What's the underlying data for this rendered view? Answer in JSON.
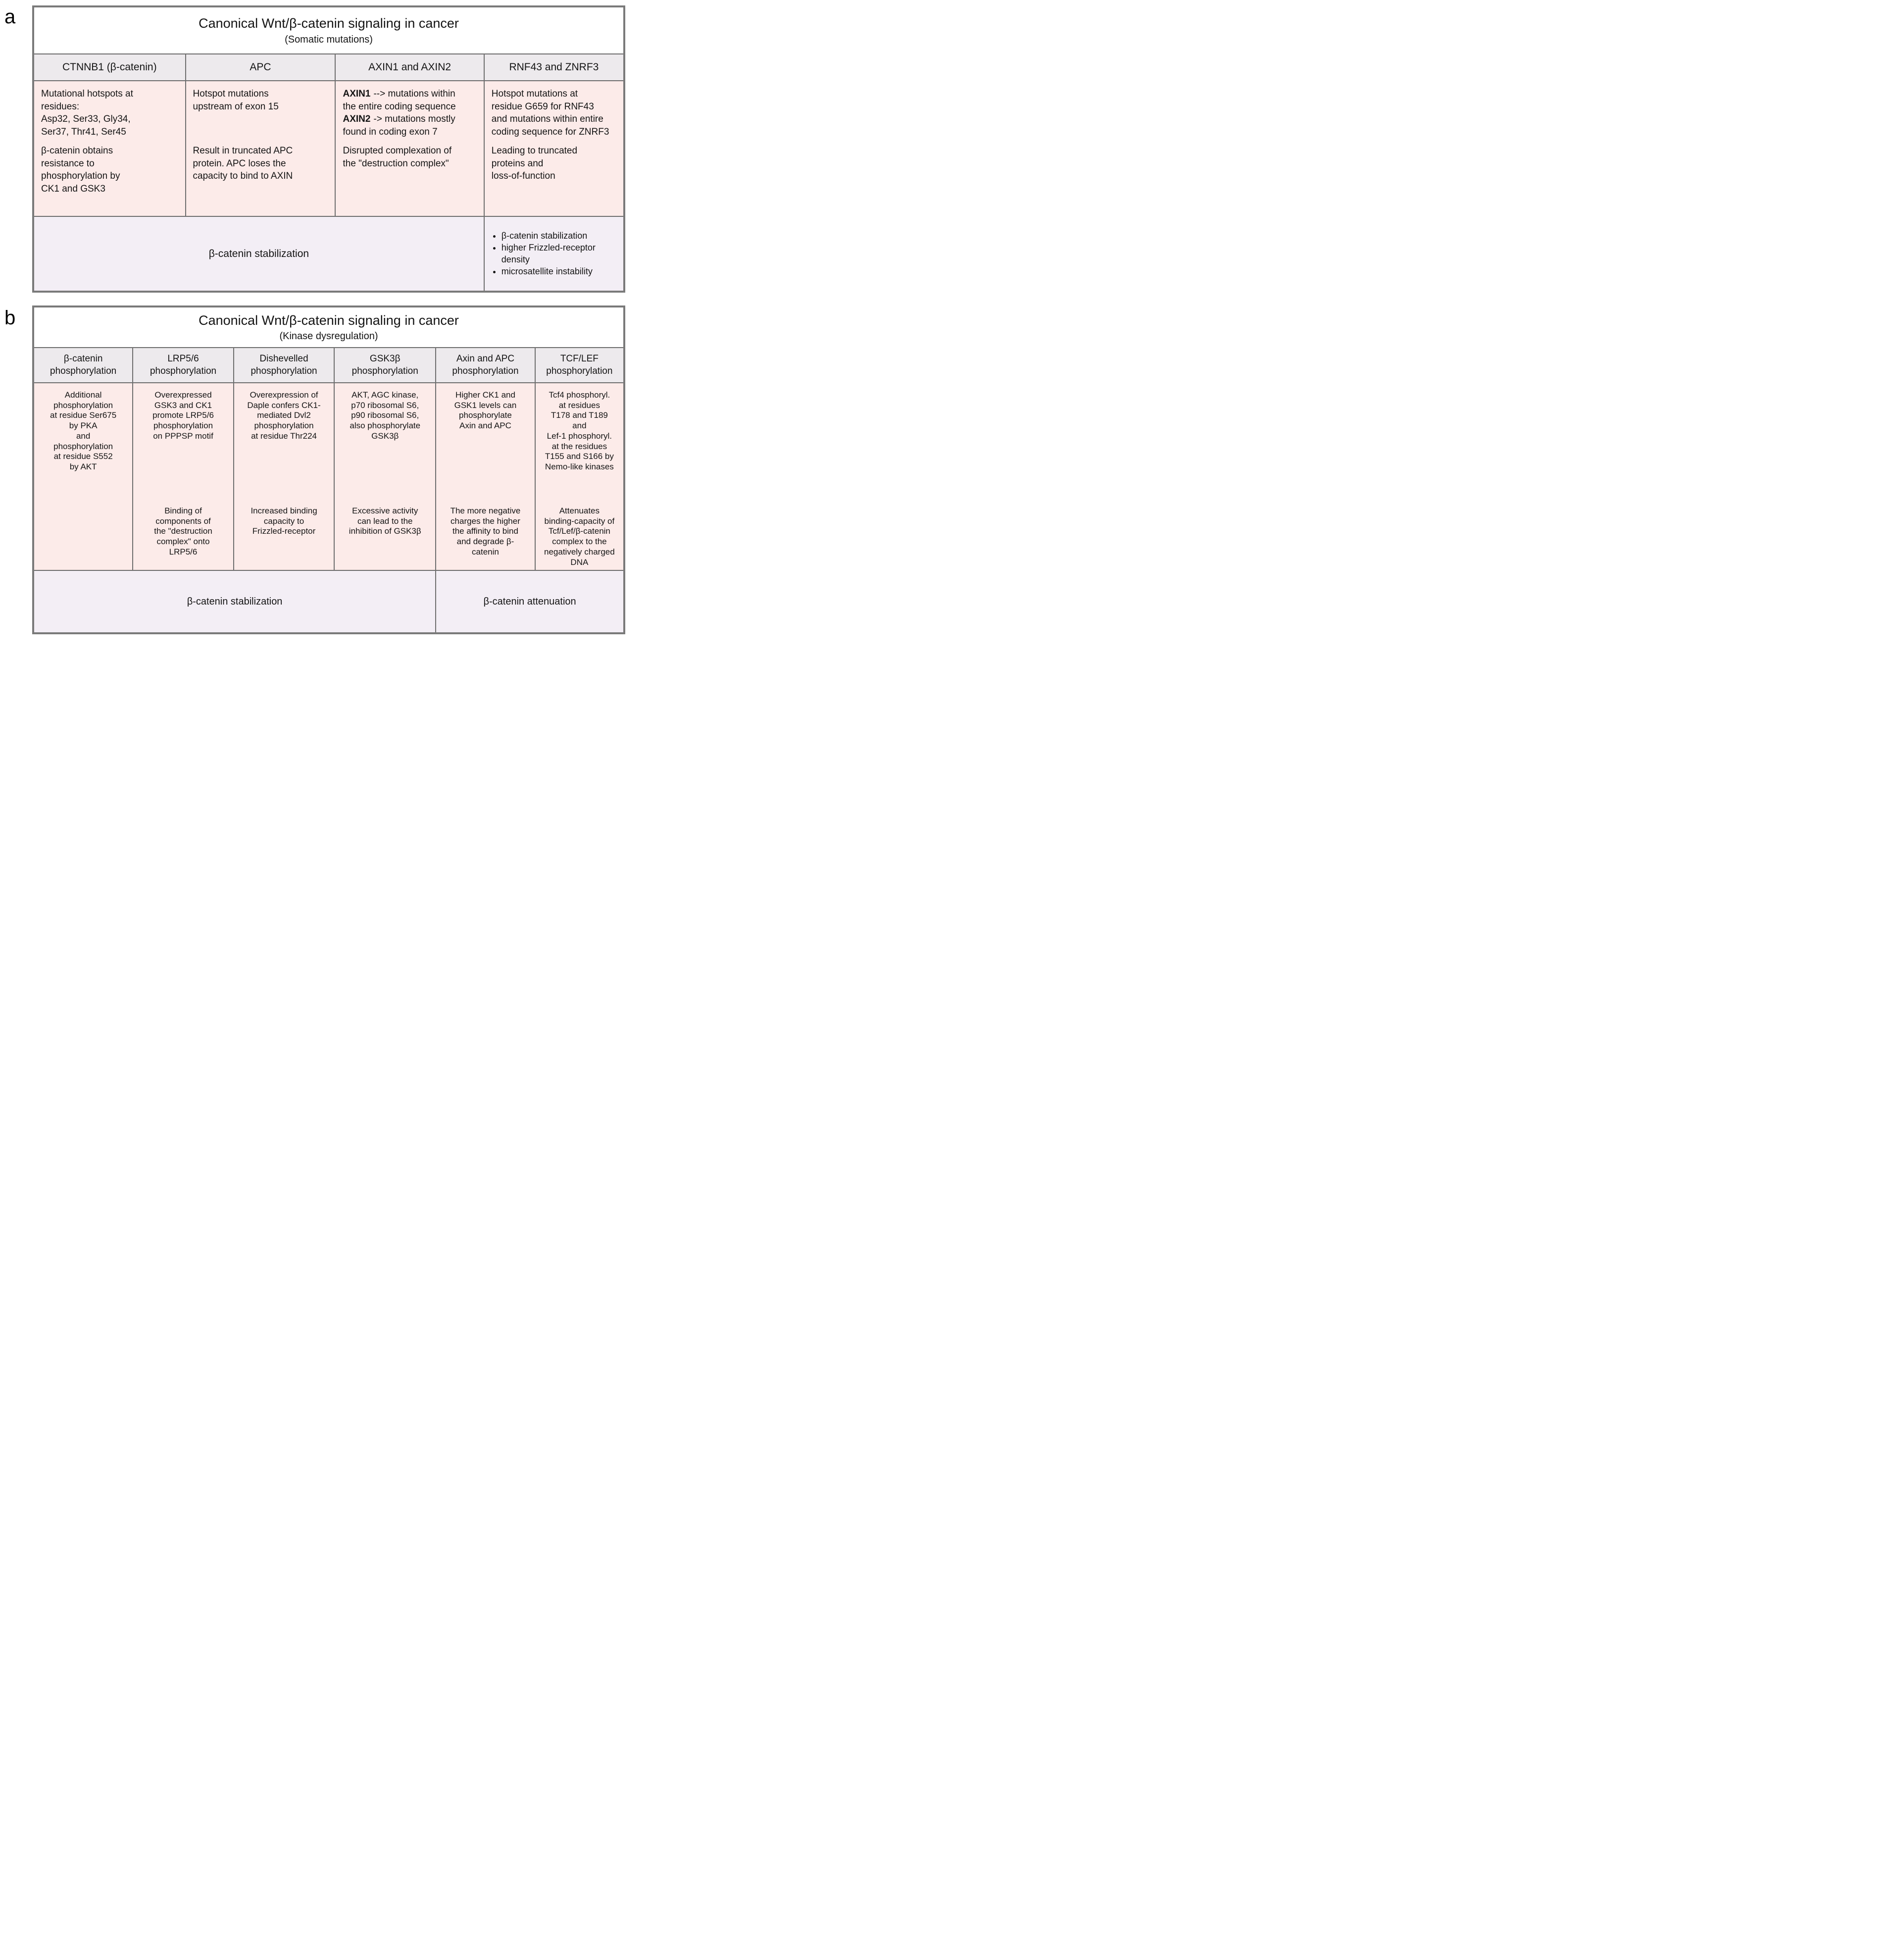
{
  "colors": {
    "border": "#6f6f6f",
    "outer_border": "#7a7a7a",
    "header_bg": "#edeaed",
    "body_bg": "#fcebe9",
    "footer_bg": "#f3eef5",
    "title_bg": "#ffffff",
    "text": "#141414"
  },
  "panel_a": {
    "label": "a",
    "title": "Canonical Wnt/β-catenin signaling in cancer",
    "subtitle": "(Somatic mutations)",
    "columns": [
      {
        "header": "CTNNB1 (β-catenin)",
        "para1": [
          "Mutational hotspots at",
          "residues:",
          "Asp32, Ser33, Gly34,",
          "Ser37, Thr41, Ser45"
        ],
        "para2": [
          "β-catenin obtains",
          "resistance to",
          "phosphorylation by",
          "CK1 and GSK3"
        ]
      },
      {
        "header": "APC",
        "para1": [
          "Hotspot mutations",
          "upstream of exon 15"
        ],
        "para2": [
          "Result in truncated APC",
          "protein. APC loses the",
          "capacity to bind to AXIN"
        ]
      },
      {
        "header": "AXIN1 and AXIN2",
        "axin1_label": "AXIN1",
        "axin1_text": [
          "--> mutations within",
          "the entire coding sequence"
        ],
        "axin2_label": "AXIN2",
        "axin2_text": [
          "->  mutations mostly",
          "found in coding exon 7"
        ],
        "para2": [
          "Disrupted complexation of",
          "the \"destruction complex\""
        ]
      },
      {
        "header": "RNF43 and ZNRF3",
        "para1": [
          "Hotspot mutations at",
          "residue G659 for RNF43",
          "and mutations within entire",
          "coding sequence for ZNRF3"
        ],
        "para2": [
          "Leading to truncated",
          "proteins and",
          "loss-of-function"
        ]
      }
    ],
    "footer_left": "β-catenin stabilization",
    "footer_bullets": [
      "β-catenin stabilization",
      "higher Frizzled-receptor density",
      "microsatellite instability"
    ]
  },
  "panel_b": {
    "label": "b",
    "title": "Canonical Wnt/β-catenin signaling in cancer",
    "subtitle": "(Kinase dysregulation)",
    "columns": [
      {
        "header": [
          "β-catenin",
          "phosphorylation"
        ],
        "para1": [
          "Additional",
          "phosphorylation",
          "at residue Ser675",
          "by PKA",
          "and",
          "phosphorylation",
          "at residue S552",
          "by AKT"
        ]
      },
      {
        "header": [
          "LRP5/6",
          "phosphorylation"
        ],
        "para1": [
          "Overexpressed",
          "GSK3 and CK1",
          "promote LRP5/6",
          "phosphorylation",
          "on PPPSP motif"
        ],
        "para2": [
          "Binding of",
          "components of",
          "the \"destruction",
          "complex\" onto",
          "LRP5/6"
        ]
      },
      {
        "header": [
          "Dishevelled",
          "phosphorylation"
        ],
        "para1": [
          "Overexpression of",
          "Daple confers CK1-",
          "mediated Dvl2",
          "phosphorylation",
          "at residue Thr224"
        ],
        "para2": [
          "Increased binding",
          "capacity to",
          "Frizzled-receptor"
        ]
      },
      {
        "header": [
          "GSK3β",
          "phosphorylation"
        ],
        "para1": [
          "AKT,  AGC kinase,",
          "p70 ribosomal S6,",
          "p90 ribosomal S6,",
          "also phosphorylate",
          "GSK3β"
        ],
        "para2": [
          "Excessive activity",
          "can lead to the",
          "inhibition of GSK3β"
        ]
      },
      {
        "header": [
          "Axin and APC",
          "phosphorylation"
        ],
        "para1": [
          "Higher CK1 and",
          "GSK1 levels can",
          "phosphorylate",
          "Axin and APC"
        ],
        "para2": [
          "The more negative",
          "charges the higher",
          "the affinity to bind",
          "and degrade β-",
          "catenin"
        ]
      },
      {
        "header": [
          "TCF/LEF",
          "phosphorylation"
        ],
        "para1": [
          "Tcf4 phosphoryl.",
          "at  residues",
          "T178 and T189",
          "and",
          "Lef-1 phosphoryl.",
          "at the residues",
          "T155 and S166 by",
          "Nemo-like kinases"
        ],
        "para2": [
          "Attenuates",
          "binding-capacity of",
          "Tcf/Lef/β-catenin",
          "complex to the",
          "negatively charged",
          "DNA"
        ]
      }
    ],
    "footer_left": "β-catenin stabilization",
    "footer_right": "β-catenin attenuation"
  }
}
